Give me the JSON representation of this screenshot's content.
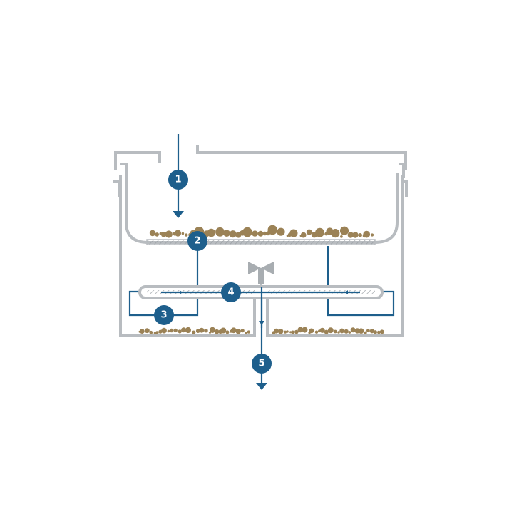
{
  "colors": {
    "background": "#ffffff",
    "housing": "#b8bcc0",
    "flow": "#1e5f8c",
    "sediment": "#9b8256",
    "badge_text": "#ffffff"
  },
  "markers": [
    {
      "label": "1",
      "icon": "circle-badge"
    },
    {
      "label": "2",
      "icon": "circle-badge"
    },
    {
      "label": "3",
      "icon": "circle-badge"
    },
    {
      "label": "4",
      "icon": "circle-badge"
    },
    {
      "label": "5",
      "icon": "circle-badge"
    }
  ],
  "icons": {
    "inflow": "arrow-down-icon",
    "outflow": "arrow-down-icon",
    "valve": "valve-icon"
  }
}
